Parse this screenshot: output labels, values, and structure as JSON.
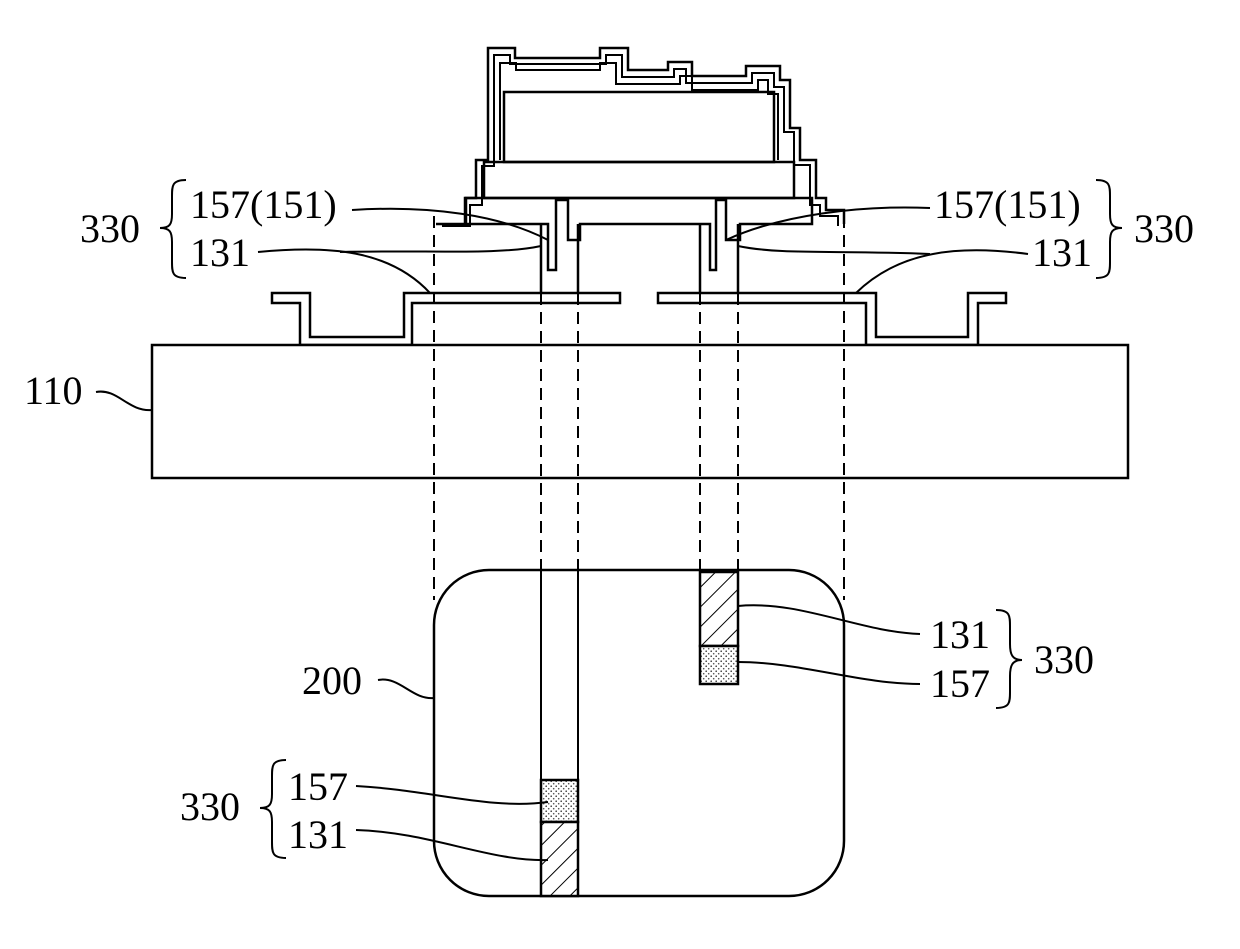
{
  "labels": {
    "top_left_group": "330",
    "top_left_upper": "157(151)",
    "top_left_lower": "131",
    "top_right_upper": "157(151)",
    "top_right_lower": "131",
    "top_right_group": "330",
    "substrate": "110",
    "panel": "200",
    "mid_right_upper": "131",
    "mid_right_lower": "157",
    "mid_right_group": "330",
    "bottom_left_group": "330",
    "bottom_left_upper": "157",
    "bottom_left_lower": "131"
  },
  "pattern_names": {
    "hatch": "diagonal-hatch-pattern",
    "dots": "stipple-dot-pattern"
  }
}
